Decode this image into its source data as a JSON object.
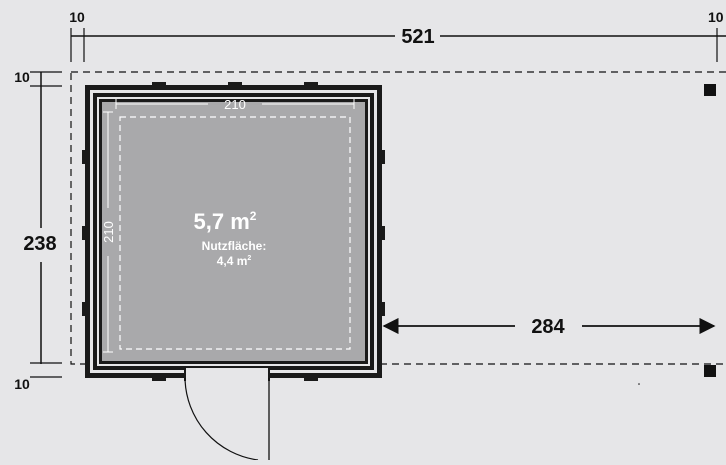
{
  "diagram": {
    "dimensions": {
      "total_width": "521",
      "margin_left_top": "10",
      "margin_right_top": "10",
      "total_depth": "238",
      "margin_top_left": "10",
      "margin_bottom_left": "10",
      "inner_width": "210",
      "inner_depth": "210",
      "terrace_width": "284"
    },
    "area": {
      "gross_value": "5,7 m",
      "gross_exp": "2",
      "usable_label": "Nutzfläche:",
      "usable_value": "4,4 m",
      "usable_exp": "2"
    },
    "colors": {
      "background": "#e6e6e8",
      "floor": "#a9a9ab",
      "wall": "#1a1a1a",
      "line": "#111111"
    }
  }
}
